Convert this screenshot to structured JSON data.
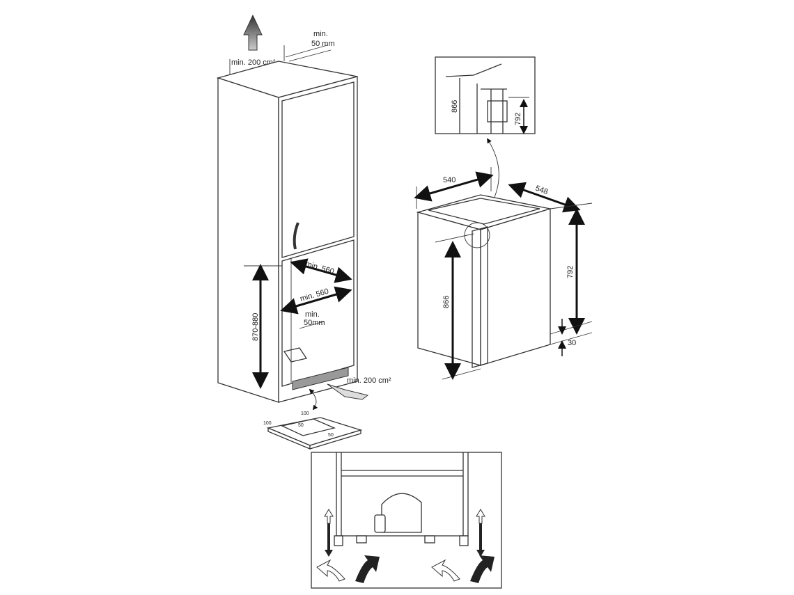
{
  "cabinet": {
    "top_vent": "min. 200 cm²",
    "top_gap_1": "min.",
    "top_gap_2": "50 mm",
    "niche_depth_upper": "min. 560",
    "niche_depth_lower": "min. 560",
    "rear_gap_1": "min.",
    "rear_gap_2": "50mm",
    "niche_height": "870-880",
    "bottom_vent": "min. 200 cm²"
  },
  "plate": {
    "labels": [
      "100",
      "50",
      "100",
      "50"
    ]
  },
  "detail": {
    "left": "866",
    "right": "792"
  },
  "appliance": {
    "width": "540",
    "depth": "548",
    "height_front": "866",
    "height_rear": "792",
    "foot_gap": "30"
  },
  "colors": {
    "line": "#333333",
    "arrow_fill": "#555555"
  }
}
